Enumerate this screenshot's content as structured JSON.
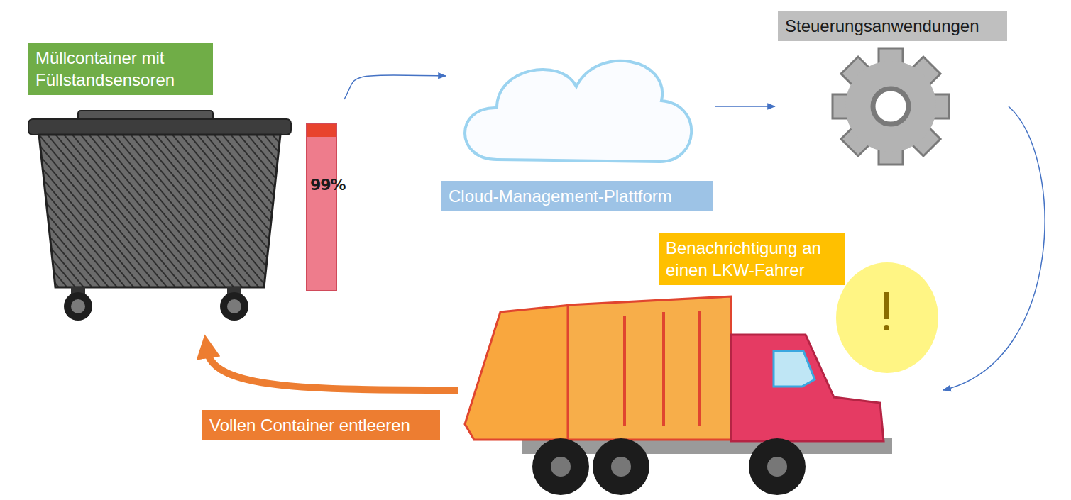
{
  "diagram": {
    "nodes": [
      {
        "text": [
          "Müllcontainer mit Füllstandsensoren"
        ]
      },
      {
        "text": [
          "Cloud-Management-Plattform"
        ]
      },
      {
        "text": [
          "Steuerungsanwendungen"
        ]
      },
      {
        "text": [
          "Benachrichtigung an einen LKW-Fahrer"
        ]
      },
      {
        "text": [
          "Vollen Container entleeren"
        ]
      }
    ],
    "edges": [
      {
        "from": 0,
        "to": 1,
        "arrow": "to"
      },
      {
        "from": 1,
        "to": 2,
        "arrow": "to"
      },
      {
        "from": 2,
        "to": 3,
        "arrow": "to"
      },
      {
        "from": 3,
        "to": 0,
        "arrow": "to"
      }
    ],
    "labels": [
      "99%"
    ]
  }
}
